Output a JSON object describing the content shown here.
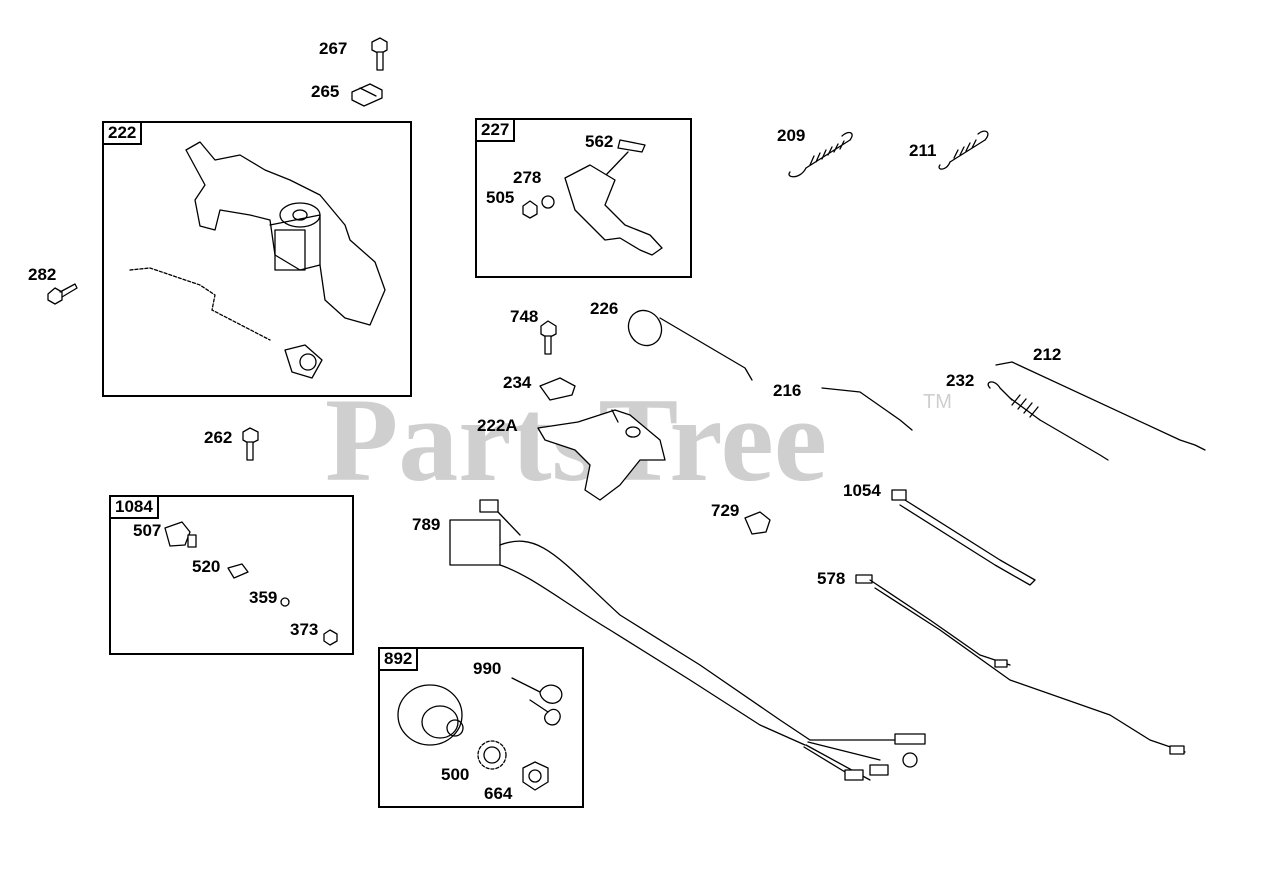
{
  "watermark": {
    "text": "PartsTree",
    "trademark": "TM"
  },
  "groups": {
    "g222": "222",
    "g227": "227",
    "g1084": "1084",
    "g892": "892"
  },
  "parts": {
    "p267": "267",
    "p265": "265",
    "p282": "282",
    "p262": "262",
    "p562": "562",
    "p278": "278",
    "p505": "505",
    "p209": "209",
    "p211": "211",
    "p748": "748",
    "p226": "226",
    "p234": "234",
    "p222A": "222A",
    "p216": "216",
    "p232": "232",
    "p212": "212",
    "p1054": "1054",
    "p729": "729",
    "p578": "578",
    "p789": "789",
    "p507": "507",
    "p520": "520",
    "p359": "359",
    "p373": "373",
    "p990": "990",
    "p500": "500",
    "p664": "664"
  },
  "colors": {
    "line": "#000000",
    "watermark": "#cfcfcf"
  }
}
